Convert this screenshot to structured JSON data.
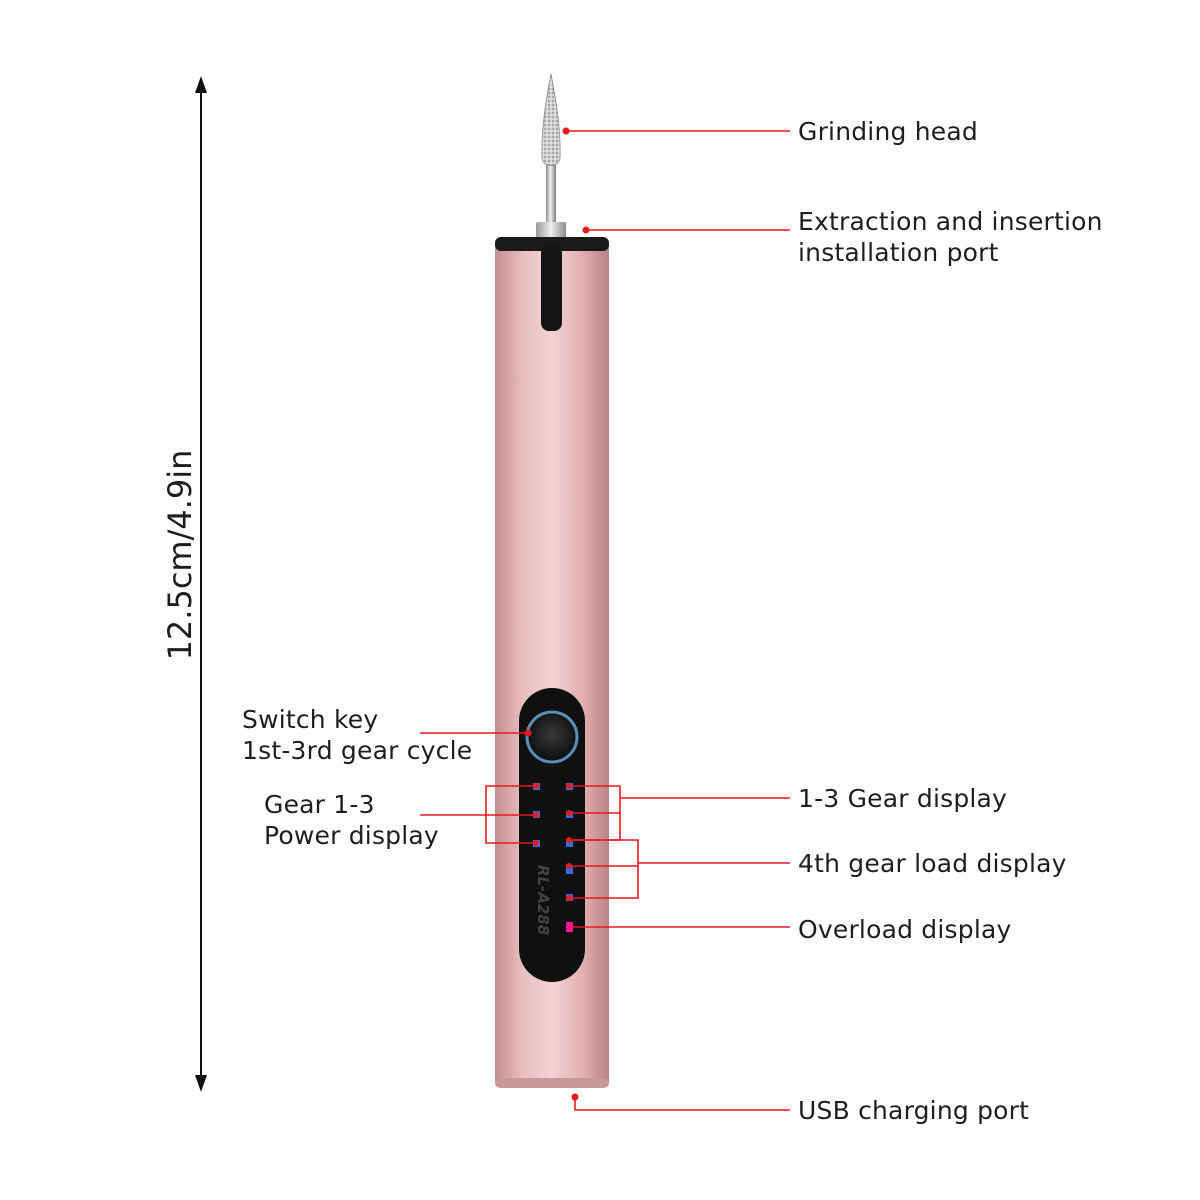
{
  "dimension": {
    "text": "12.5cm/4.9in"
  },
  "labels": {
    "grinding_head": "Grinding head",
    "extraction_port": [
      "Extraction and insertion",
      "installation port"
    ],
    "switch_key": [
      "Switch key",
      "1st-3rd gear cycle"
    ],
    "gear_power": [
      "Gear 1-3",
      "Power display"
    ],
    "gear_display": "1-3 Gear display",
    "fourth_gear_load": "4th gear load display",
    "overload": "Overload display",
    "usb_port": "USB charging port"
  },
  "device": {
    "model_text": "RL-A288"
  },
  "colors": {
    "body_pink": "#d9a7a8",
    "callout_red": "#e8191f",
    "led_blue": "#2f6fe0",
    "led_overload": "#ff1493",
    "panel_black": "#111111"
  }
}
